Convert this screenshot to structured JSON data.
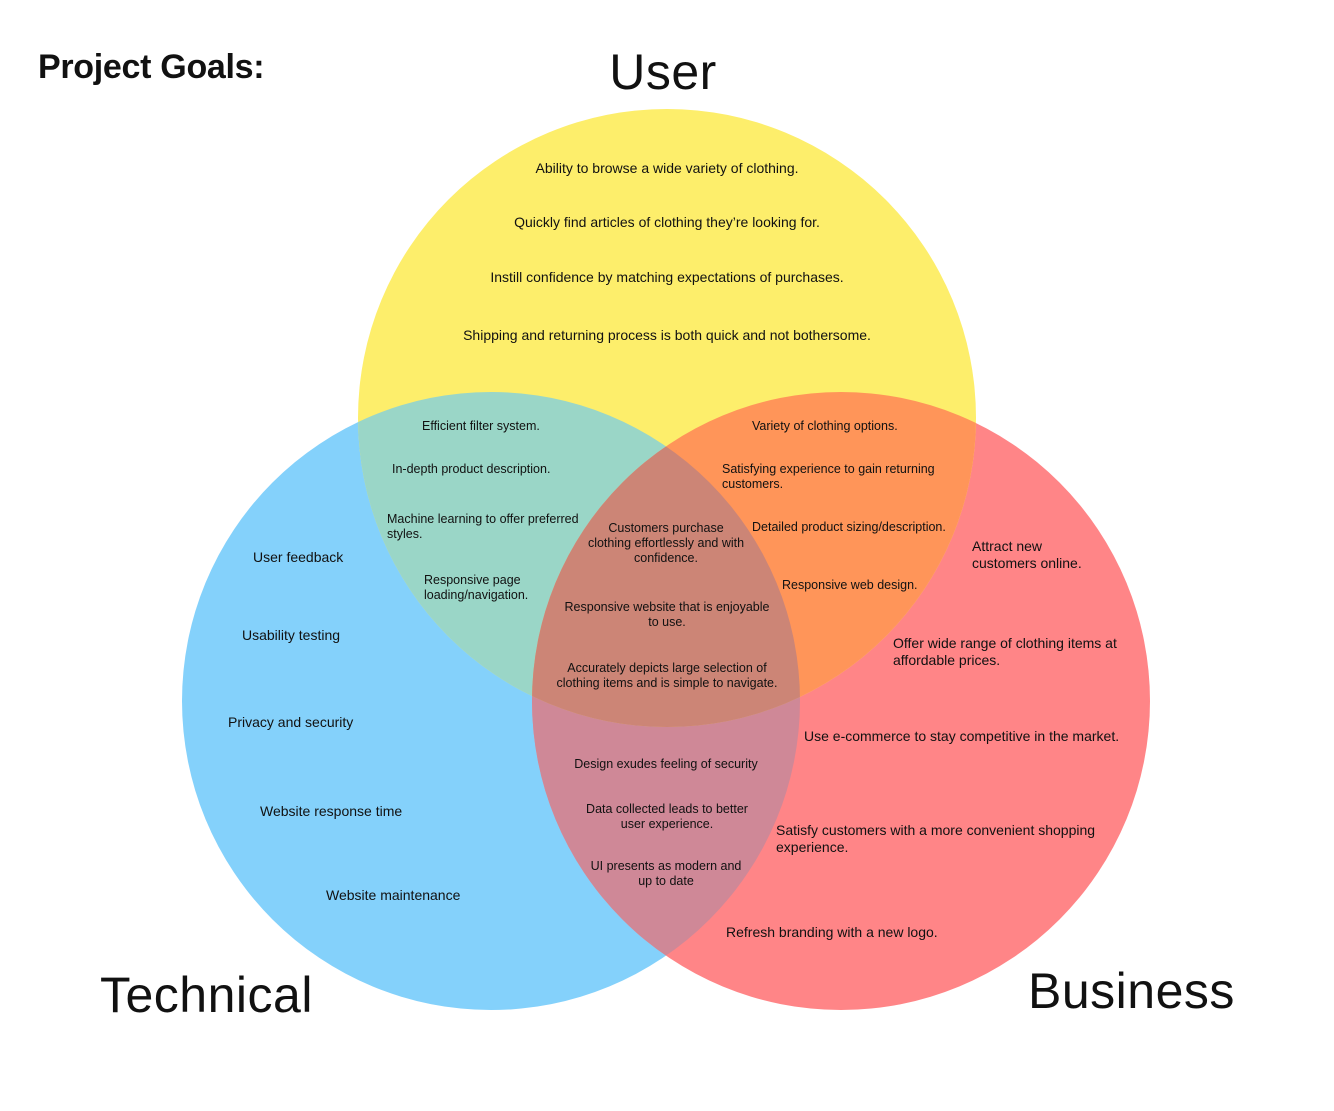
{
  "page_title": "Project Goals:",
  "circles": {
    "user": {
      "title": "User",
      "color": "#fdee6b"
    },
    "technical": {
      "title": "Technical",
      "color": "#84d1fb"
    },
    "business": {
      "title": "Business",
      "color": "#ff8587"
    }
  },
  "overlap_colors": {
    "user_technical": "#9ad6c7",
    "user_business": "#ff9559",
    "technical_business": "#cf8897",
    "center": "#cc8576"
  },
  "user_only": [
    "Ability to browse a wide variety of clothing.",
    "Quickly find articles of clothing they’re looking for.",
    "Instill confidence by matching expectations of purchases.",
    "Shipping and returning process is both quick and not bothersome."
  ],
  "user_technical": [
    "Efficient filter system.",
    "In-depth product description.",
    "Machine learning to offer preferred\nstyles.",
    "Responsive page\nloading/navigation."
  ],
  "user_business": [
    "Variety of clothing options.",
    "Satisfying experience to gain returning\ncustomers.",
    "Detailed product sizing/description.",
    "Responsive web design."
  ],
  "center": [
    "Customers purchase\nclothing effortlessly and with\nconfidence.",
    "Responsive website that is enjoyable\nto use.",
    "Accurately depicts large selection of\nclothing items and is simple to navigate."
  ],
  "technical_only": [
    "User feedback",
    "Usability testing",
    "Privacy and security",
    "Website response time",
    "Website maintenance"
  ],
  "technical_business": [
    "Design exudes feeling of security",
    "Data collected leads to better\nuser experience.",
    "UI presents as modern and\nup to date"
  ],
  "business_only": [
    "Attract new\ncustomers online.",
    "Offer wide range of clothing items at\naffordable prices.",
    "Use e-commerce to stay competitive in the market.",
    "Satisfy customers with a more convenient shopping\nexperience.",
    "Refresh branding with a new logo."
  ]
}
